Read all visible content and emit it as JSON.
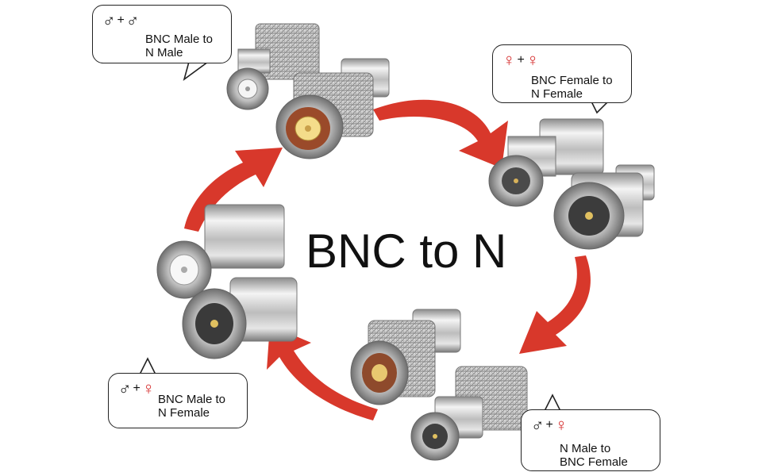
{
  "title": "BNC to N",
  "colors": {
    "arrow": "#d8382b",
    "female_symbol": "#d52b2b",
    "male_symbol": "#111111",
    "metal": "#c9c9c9"
  },
  "adapters": [
    {
      "id": "bnc-male-n-male",
      "symbols": [
        "♂",
        "♂"
      ],
      "label": "BNC Male to\nN Male"
    },
    {
      "id": "bnc-female-n-female",
      "symbols": [
        "♀",
        "♀"
      ],
      "label": "BNC Female to\nN Female"
    },
    {
      "id": "n-male-bnc-female",
      "symbols": [
        "♂",
        "♀"
      ],
      "label": "N Male to\nBNC Female"
    },
    {
      "id": "bnc-male-n-female",
      "symbols": [
        "♂",
        "♀"
      ],
      "label": "BNC Male to\nN Female"
    }
  ],
  "plus": "+"
}
